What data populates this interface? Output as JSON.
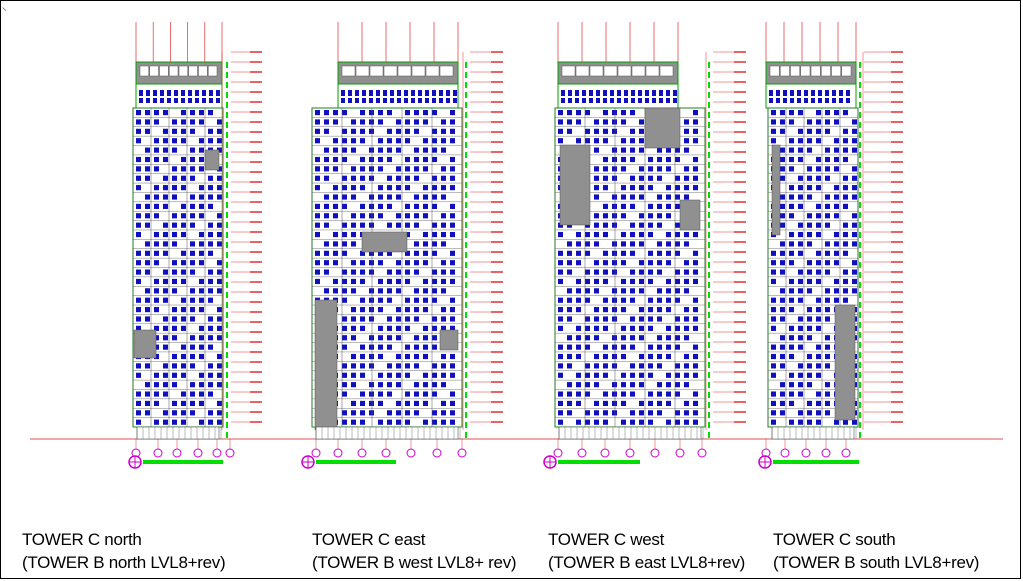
{
  "towers": [
    {
      "id": "north",
      "title": "TOWER C north",
      "subtitle": "(TOWER B north LVL8+rev)"
    },
    {
      "id": "east",
      "title": "TOWER C east",
      "subtitle": "(TOWER B west LVL8+ rev)"
    },
    {
      "id": "west",
      "title": "TOWER C west",
      "subtitle": "(TOWER B east LVL8+rev)"
    },
    {
      "id": "south",
      "title": "TOWER C south",
      "subtitle": "(TOWER B south LVL8+rev)"
    }
  ],
  "colors": {
    "outline": "#00a000",
    "window_fill": "#1010c0",
    "panel_fill": "#909090",
    "grid_line": "#555555",
    "dimension": "#e03030",
    "green_axis": "#00dd00",
    "marker": "#cc00cc"
  }
}
